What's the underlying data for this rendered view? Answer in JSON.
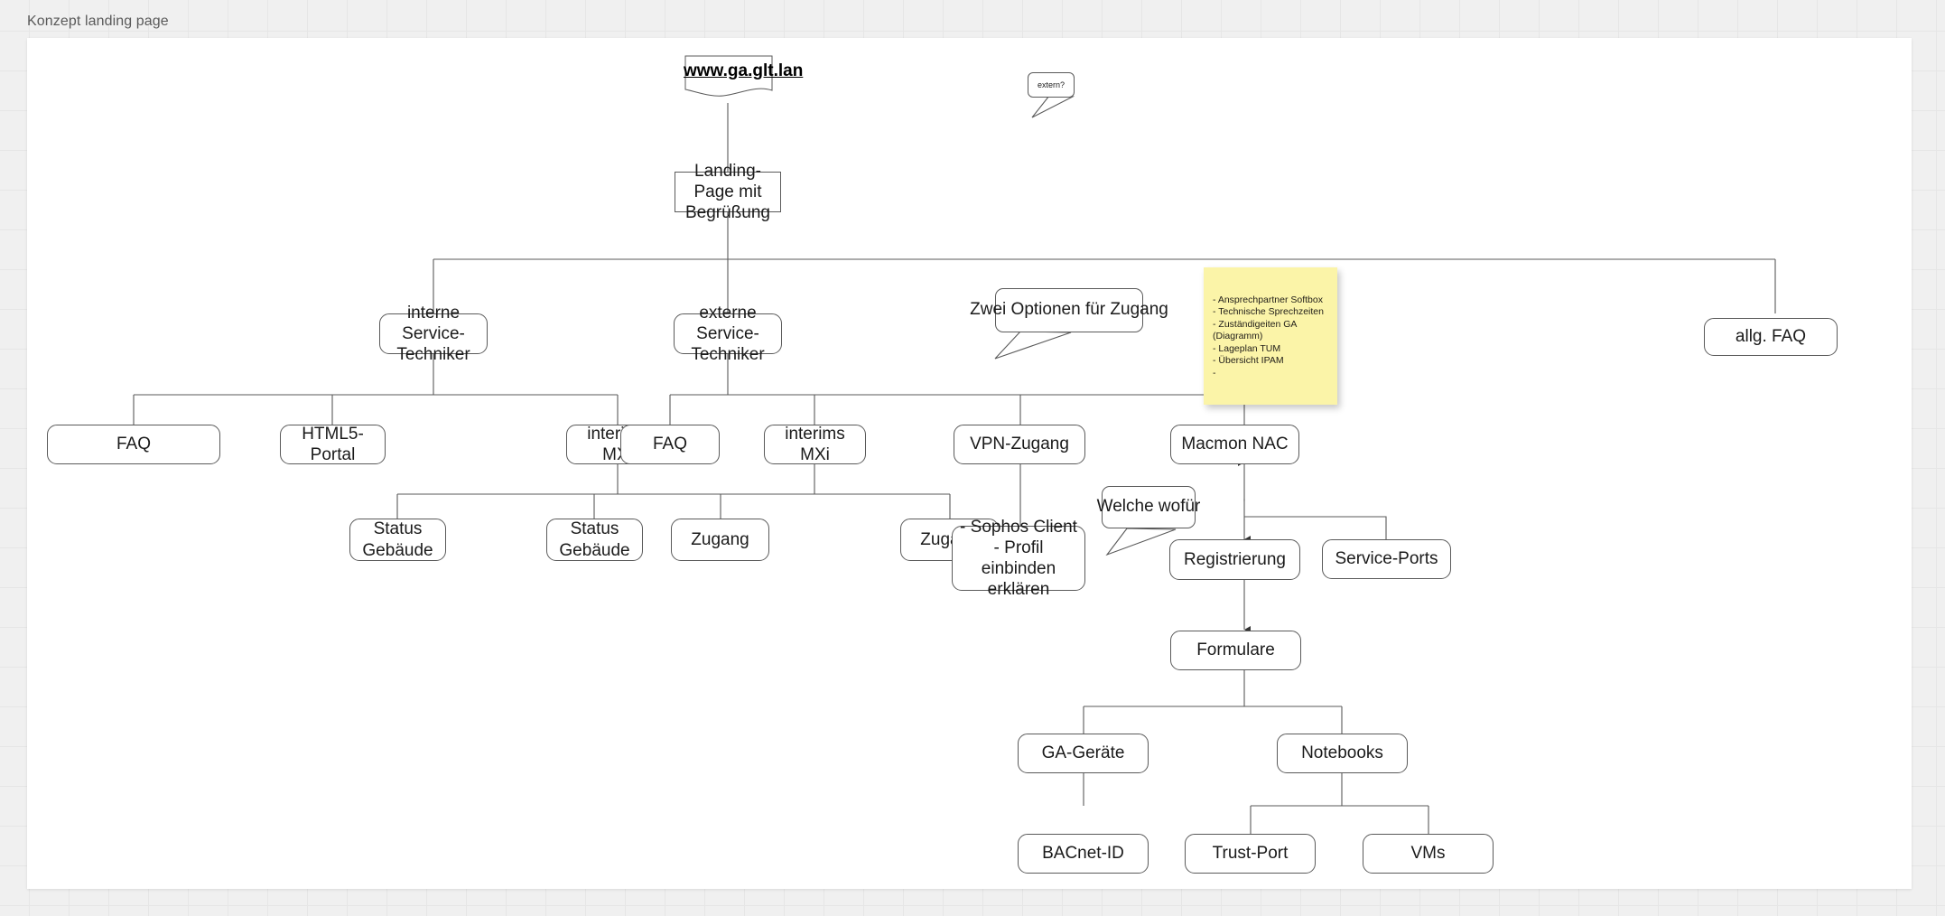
{
  "document": {
    "title": "Konzept landing page"
  },
  "diagram": {
    "source_node": {
      "label": "www.ga.glt.lan",
      "shape": "document"
    },
    "callouts": [
      {
        "id": "extern",
        "label": "extern?"
      },
      {
        "id": "zwei-optionen",
        "label": "Zwei Optionen für Zugang"
      },
      {
        "id": "welche-wofuer",
        "label": "Welche wofür"
      }
    ],
    "nodes": [
      {
        "id": "landing-page",
        "label": "Landing-Page mit\nBegrüßung"
      },
      {
        "id": "interne-techniker",
        "label": "interne Service-\nTechniker"
      },
      {
        "id": "externe-techniker",
        "label": "externe Service-\nTechniker"
      },
      {
        "id": "allg-faq",
        "label": "allg. FAQ"
      },
      {
        "id": "faq-intern",
        "label": "FAQ"
      },
      {
        "id": "html5-portal",
        "label": "HTML5-Portal"
      },
      {
        "id": "interims-mxi-intern",
        "label": "interims MXi"
      },
      {
        "id": "faq-extern",
        "label": "FAQ"
      },
      {
        "id": "interims-mxi-extern",
        "label": "interims MXi"
      },
      {
        "id": "vpn-zugang",
        "label": "VPN-Zugang"
      },
      {
        "id": "macmon-nac",
        "label": "Macmon NAC"
      },
      {
        "id": "status-gebaeude-1",
        "label": "Status\nGebäude"
      },
      {
        "id": "zugang-1",
        "label": "Zugang"
      },
      {
        "id": "status-gebaeude-2",
        "label": "Status\nGebäude"
      },
      {
        "id": "zugang-2",
        "label": "Zugang"
      },
      {
        "id": "vpn-details",
        "label": "- Sophos Client\n- Profil einbinden\nerklären"
      },
      {
        "id": "registrierung",
        "label": "Registrierung"
      },
      {
        "id": "service-ports",
        "label": "Service-Ports"
      },
      {
        "id": "formulare",
        "label": "Formulare"
      },
      {
        "id": "ga-geraete",
        "label": "GA-Geräte"
      },
      {
        "id": "notebooks",
        "label": "Notebooks"
      },
      {
        "id": "bacnet-id",
        "label": "BACnet-ID"
      },
      {
        "id": "trust-port",
        "label": "Trust-Port"
      },
      {
        "id": "vms",
        "label": "VMs"
      }
    ],
    "sticky_note": {
      "color": "#fbf4a8",
      "lines": [
        "- Ansprechpartner Softbox",
        "- Technische Sprechzeiten",
        "- Zuständigeiten GA",
        "(Diagramm)",
        "- Lageplan TUM",
        "- Übersicht IPAM",
        "-"
      ]
    }
  },
  "colors": {
    "canvas": "#ffffff",
    "page_background": "#f0f0f0",
    "grid_line": "#e6e6e6",
    "node_stroke": "#5a5a5a",
    "sticky": "#fbf4a8"
  }
}
